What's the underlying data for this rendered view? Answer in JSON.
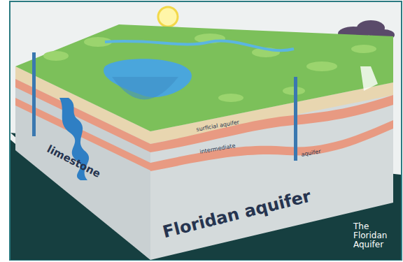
{
  "diagram": {
    "labels": [
      "limestone",
      "surficial aquifer",
      "intermediate",
      "aquifer",
      "Floridan aquifer",
      "The Floridan Aquifer"
    ]
  }
}
